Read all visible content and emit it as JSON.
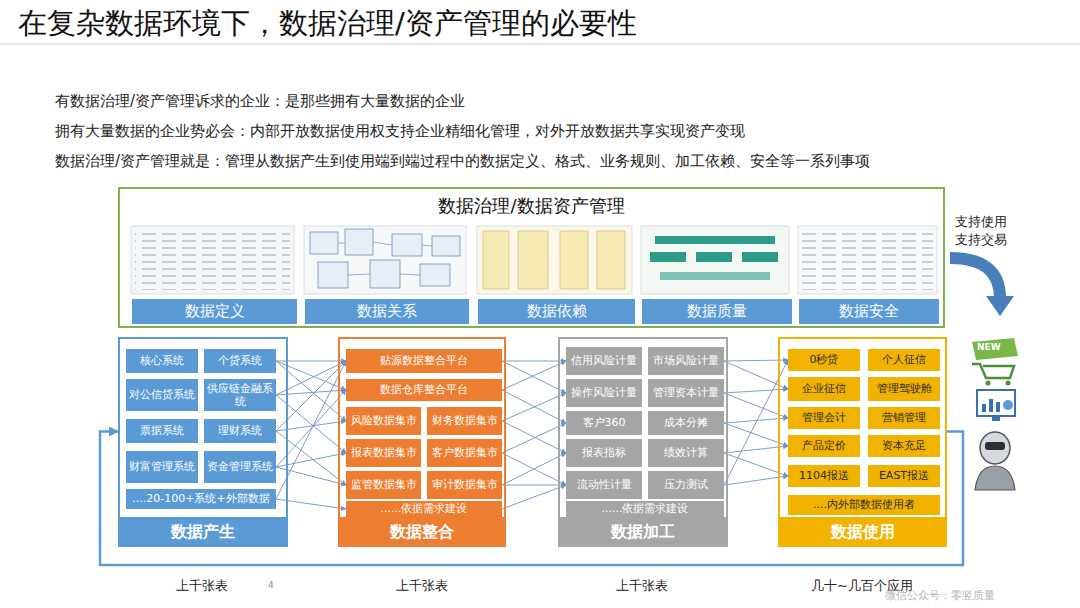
{
  "diagram": {
    "title": "在复杂数据环境下，数据治理/资产管理的必要性",
    "nodes": [
      {
        "text": [
          "数据治理/数据资产管理"
        ]
      },
      {
        "text": [
          "数据定义"
        ],
        "in": 0
      },
      {
        "text": [
          "数据关系"
        ],
        "in": 0
      },
      {
        "text": [
          "数据依赖"
        ],
        "in": 0
      },
      {
        "text": [
          "数据质量"
        ],
        "in": 0
      },
      {
        "text": [
          "数据安全"
        ],
        "in": 0
      },
      {
        "text": [
          "数据产生"
        ]
      },
      {
        "text": [
          "核心系统"
        ],
        "in": 6
      },
      {
        "text": [
          "个贷系统"
        ],
        "in": 6
      },
      {
        "text": [
          "对公信贷系统"
        ],
        "in": 6
      },
      {
        "text": [
          "供应链金融系统"
        ],
        "in": 6
      },
      {
        "text": [
          "票据系统"
        ],
        "in": 6
      },
      {
        "text": [
          "理财系统"
        ],
        "in": 6
      },
      {
        "text": [
          "财富管理系统"
        ],
        "in": 6
      },
      {
        "text": [
          "资金管理系统"
        ],
        "in": 6
      },
      {
        "text": [
          "....20-100+系统+外部数据"
        ],
        "in": 6
      },
      {
        "text": [
          "数据整合"
        ]
      },
      {
        "text": [
          "贴源数据整合平台"
        ],
        "in": 16
      },
      {
        "text": [
          "数据仓库整合平台"
        ],
        "in": 16
      },
      {
        "text": [
          "风险数据集市"
        ],
        "in": 16
      },
      {
        "text": [
          "财务数据集市"
        ],
        "in": 16
      },
      {
        "text": [
          "报表数据集市"
        ],
        "in": 16
      },
      {
        "text": [
          "客户数据集市"
        ],
        "in": 16
      },
      {
        "text": [
          "监管数据集市"
        ],
        "in": 16
      },
      {
        "text": [
          "审计数据集市"
        ],
        "in": 16
      },
      {
        "text": [
          "......依据需求建设"
        ],
        "in": 16
      },
      {
        "text": [
          "数据加工"
        ]
      },
      {
        "text": [
          "信用风险计量"
        ],
        "in": 26
      },
      {
        "text": [
          "市场风险计量"
        ],
        "in": 26
      },
      {
        "text": [
          "操作风险计量"
        ],
        "in": 26
      },
      {
        "text": [
          "管理资本计量"
        ],
        "in": 26
      },
      {
        "text": [
          "客户360"
        ],
        "in": 26
      },
      {
        "text": [
          "成本分摊"
        ],
        "in": 26
      },
      {
        "text": [
          "报表指标"
        ],
        "in": 26
      },
      {
        "text": [
          "绩效计算"
        ],
        "in": 26
      },
      {
        "text": [
          "流动性计量"
        ],
        "in": 26
      },
      {
        "text": [
          "压力测试"
        ],
        "in": 26
      },
      {
        "text": [
          "......依据需求建设"
        ],
        "in": 26
      },
      {
        "text": [
          "数据使用"
        ]
      },
      {
        "text": [
          "0秒贷"
        ],
        "in": 38
      },
      {
        "text": [
          "个人征信"
        ],
        "in": 38
      },
      {
        "text": [
          "企业征信"
        ],
        "in": 38
      },
      {
        "text": [
          "管理驾驶舱"
        ],
        "in": 38
      },
      {
        "text": [
          "管理会计"
        ],
        "in": 38
      },
      {
        "text": [
          "营销管理"
        ],
        "in": 38
      },
      {
        "text": [
          "产品定价"
        ],
        "in": 38
      },
      {
        "text": [
          "资本充足"
        ],
        "in": 38
      },
      {
        "text": [
          "1104报送"
        ],
        "in": 38
      },
      {
        "text": [
          "EAST报送"
        ],
        "in": 38
      },
      {
        "text": [
          "....内外部数据使用者"
        ],
        "in": 38
      }
    ],
    "edges": [
      {
        "from": 8,
        "to": 17,
        "arrow": "to"
      },
      {
        "from": 8,
        "to": 18,
        "arrow": "to"
      },
      {
        "from": 8,
        "to": 19,
        "arrow": "to"
      },
      {
        "from": 10,
        "to": 17,
        "arrow": "to"
      },
      {
        "from": 10,
        "to": 18,
        "arrow": "to"
      },
      {
        "from": 10,
        "to": 21,
        "arrow": "to"
      },
      {
        "from": 12,
        "to": 17,
        "arrow": "to"
      },
      {
        "from": 12,
        "to": 19,
        "arrow": "to"
      },
      {
        "from": 12,
        "to": 23,
        "arrow": "to"
      },
      {
        "from": 14,
        "to": 18,
        "arrow": "to"
      },
      {
        "from": 14,
        "to": 21,
        "arrow": "to"
      },
      {
        "from": 14,
        "to": 23,
        "arrow": "to"
      },
      {
        "from": 15,
        "to": 17,
        "arrow": "to"
      },
      {
        "from": 15,
        "to": 25,
        "arrow": "to"
      },
      {
        "from": 17,
        "to": 27,
        "arrow": "to"
      },
      {
        "from": 17,
        "to": 29,
        "arrow": "to"
      },
      {
        "from": 18,
        "to": 27,
        "arrow": "to"
      },
      {
        "from": 18,
        "to": 31,
        "arrow": "to"
      },
      {
        "from": 20,
        "to": 29,
        "arrow": "to"
      },
      {
        "from": 20,
        "to": 33,
        "arrow": "to"
      },
      {
        "from": 22,
        "to": 31,
        "arrow": "to"
      },
      {
        "from": 22,
        "to": 35,
        "arrow": "to"
      },
      {
        "from": 24,
        "to": 33,
        "arrow": "to"
      },
      {
        "from": 24,
        "to": 35,
        "arrow": "to"
      },
      {
        "from": 25,
        "to": 35,
        "arrow": "to"
      },
      {
        "from": 28,
        "to": 39,
        "arrow": "to"
      },
      {
        "from": 28,
        "to": 41,
        "arrow": "to"
      },
      {
        "from": 30,
        "to": 41,
        "arrow": "to"
      },
      {
        "from": 30,
        "to": 43,
        "arrow": "to"
      },
      {
        "from": 32,
        "to": 43,
        "arrow": "to"
      },
      {
        "from": 32,
        "to": 45,
        "arrow": "to"
      },
      {
        "from": 34,
        "to": 45,
        "arrow": "to"
      },
      {
        "from": 34,
        "to": 47,
        "arrow": "to"
      },
      {
        "from": 36,
        "to": 47,
        "arrow": "to"
      },
      {
        "from": 36,
        "to": 39,
        "arrow": "to"
      },
      {
        "from": 38,
        "to": 6,
        "arrow": "to"
      }
    ],
    "labels": [
      "有数据治理/资产管理诉求的企业：是那些拥有大量数据的企业",
      "拥有大量数据的企业势必会：内部开放数据使用权支持企业精细化管理，对外开放数据共享实现资产变现",
      "数据治理/资产管理就是：管理从数据产生到使用端到端过程中的数据定义、格式、业务规则、加工依赖、安全等一系列事项",
      "支持使用",
      "支持交易",
      "NEW",
      "上千张表",
      "上千张表",
      "上千张表",
      "几十~几百个应用",
      "4",
      "微信公众号：零竖质量"
    ]
  }
}
